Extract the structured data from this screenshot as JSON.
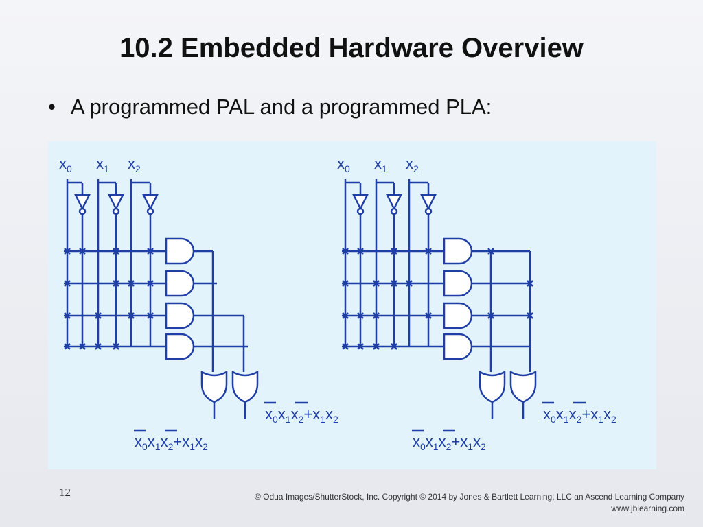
{
  "slide": {
    "title": "10.2 Embedded Hardware Overview",
    "bullet": "A programmed PAL and a programmed PLA:",
    "slide_number": "12",
    "copyright_line1": "© Odua Images/ShutterStock, Inc. Copyright © 2014 by Jones & Bartlett Learning, LLC an Ascend Learning Company",
    "copyright_line2": "www.jblearning.com"
  },
  "colors": {
    "diagram_blue": "#1f3fa6",
    "panel_background": "#e2f3fc"
  },
  "diagrams": [
    {
      "id": "pal",
      "input_labels": [
        "x0",
        "x1",
        "x2"
      ],
      "outputs": [
        "x0x1x2+x1x2",
        "x0x1x2+x1x2"
      ]
    },
    {
      "id": "pla",
      "input_labels": [
        "x0",
        "x1",
        "x2"
      ],
      "outputs": [
        "x0x1x2+x1x2",
        "x0x1x2+x1x2"
      ]
    }
  ]
}
